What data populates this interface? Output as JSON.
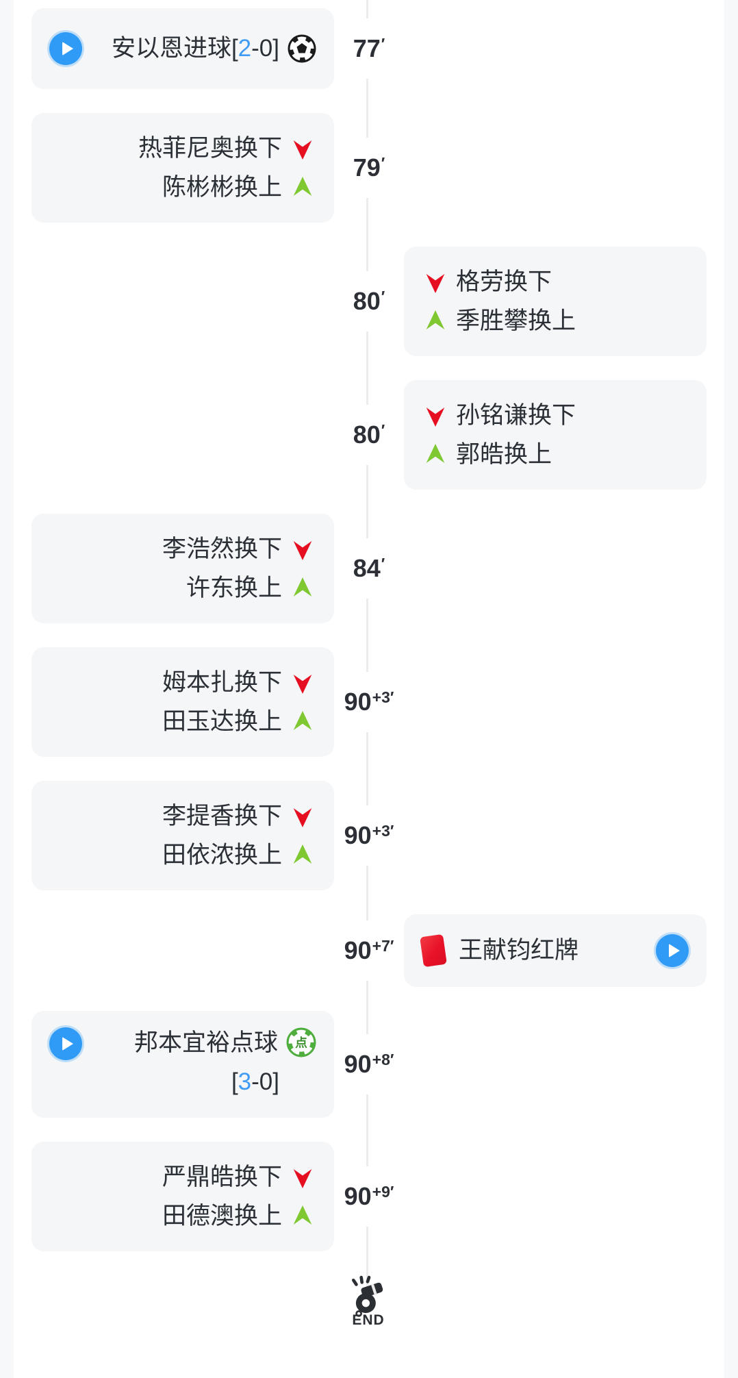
{
  "colors": {
    "card_bg": "#f5f6f8",
    "timeline": "#ececee",
    "edge_band": "#f7f8fa",
    "accent_blue": "#2f9bf6",
    "score_blue": "#3f9bf4",
    "sub_out_red": "#e60f22",
    "sub_in_green": "#7fc832",
    "red_card": "#e81228",
    "penalty_green": "#4fae3d",
    "text_dark": "#2b3036",
    "time_dark": "#2c3036"
  },
  "icons": {
    "play": "play-icon",
    "soccer_ball": "soccer-ball-icon",
    "penalty_ball": "penalty-ball-icon",
    "sub_out": "arrow-down-icon",
    "sub_in": "arrow-up-icon",
    "red_card": "red-card-icon",
    "whistle": "whistle-end-icon"
  },
  "events": [
    {
      "type": "goal",
      "side": "left",
      "time_main": "77",
      "time_sup": "′",
      "text": "安以恩进球[",
      "score": "2",
      "score_rest": "-0]"
    },
    {
      "type": "sub",
      "side": "left",
      "time_main": "79",
      "time_sup": "′",
      "out": "热菲尼奥换下",
      "in": "陈彬彬换上"
    },
    {
      "type": "sub",
      "side": "right",
      "time_main": "80",
      "time_sup": "′",
      "out": "格劳换下",
      "in": "季胜攀换上"
    },
    {
      "type": "sub",
      "side": "right",
      "time_main": "80",
      "time_sup": "′",
      "out": "孙铭谦换下",
      "in": "郭皓换上"
    },
    {
      "type": "sub",
      "side": "left",
      "time_main": "84",
      "time_sup": "′",
      "out": "李浩然换下",
      "in": "许东换上"
    },
    {
      "type": "sub",
      "side": "left",
      "time_main": "90",
      "time_sup": "+3′",
      "out": "姆本扎换下",
      "in": "田玉达换上"
    },
    {
      "type": "sub",
      "side": "left",
      "time_main": "90",
      "time_sup": "+3′",
      "out": "李提香换下",
      "in": "田依浓换上"
    },
    {
      "type": "redcard",
      "side": "right",
      "time_main": "90",
      "time_sup": "+7′",
      "text": "王献钧红牌"
    },
    {
      "type": "penalty",
      "side": "left",
      "time_main": "90",
      "time_sup": "+8′",
      "line1": "邦本宜裕点球",
      "ball_char": "点",
      "bracket": "[",
      "score": "3",
      "score_rest": "-0]"
    },
    {
      "type": "sub",
      "side": "left",
      "time_main": "90",
      "time_sup": "+9′",
      "out": "严鼎皓换下",
      "in": "田德澳换上"
    }
  ],
  "end": {
    "label": "END"
  }
}
